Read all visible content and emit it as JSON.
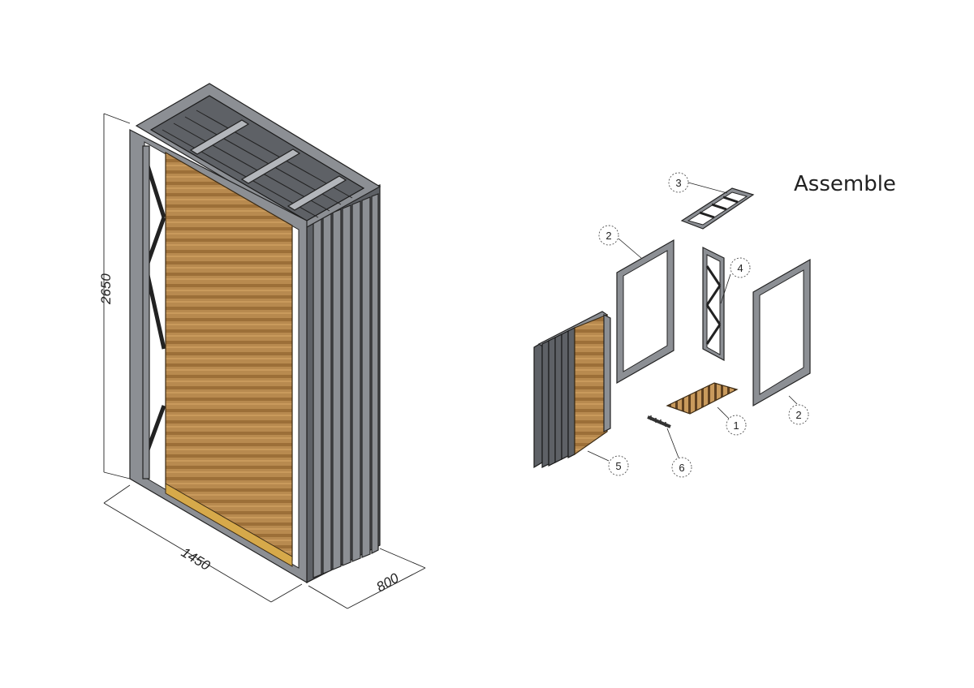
{
  "title": "Assemble",
  "dimensions": {
    "height": "2650",
    "width": "1450",
    "depth": "800"
  },
  "callouts": [
    {
      "id": "c1",
      "label": "1",
      "part": "wood-slat-panel"
    },
    {
      "id": "c2a",
      "label": "2",
      "part": "left-side-frame"
    },
    {
      "id": "c2b",
      "label": "2",
      "part": "right-side-frame"
    },
    {
      "id": "c3",
      "label": "3",
      "part": "top-frame"
    },
    {
      "id": "c4",
      "label": "4",
      "part": "truss-column"
    },
    {
      "id": "c5",
      "label": "5",
      "part": "display-panel-stack"
    },
    {
      "id": "c6",
      "label": "6",
      "part": "hook-rail"
    }
  ],
  "colors": {
    "steel": "#8c8f94",
    "steel_dark": "#5e6166",
    "wood": "#b88a4f",
    "wood_stripe": "#9c6f38"
  }
}
